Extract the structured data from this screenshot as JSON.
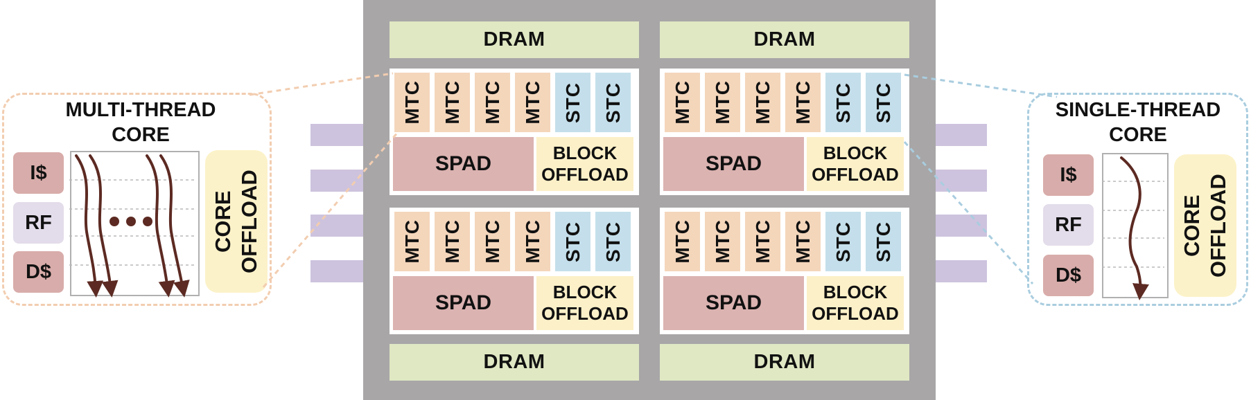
{
  "chip": {
    "dram_top_left": "DRAM",
    "dram_top_right": "DRAM",
    "dram_bottom_left": "DRAM",
    "dram_bottom_right": "DRAM",
    "tiles": [
      {
        "cores": [
          "MTC",
          "MTC",
          "MTC",
          "MTC",
          "STC",
          "STC"
        ],
        "spad": "SPAD",
        "block_offload": "BLOCK OFFLOAD"
      },
      {
        "cores": [
          "MTC",
          "MTC",
          "MTC",
          "MTC",
          "STC",
          "STC"
        ],
        "spad": "SPAD",
        "block_offload": "BLOCK OFFLOAD"
      },
      {
        "cores": [
          "MTC",
          "MTC",
          "MTC",
          "MTC",
          "STC",
          "STC"
        ],
        "spad": "SPAD",
        "block_offload": "BLOCK OFFLOAD"
      },
      {
        "cores": [
          "MTC",
          "MTC",
          "MTC",
          "MTC",
          "STC",
          "STC"
        ],
        "spad": "SPAD",
        "block_offload": "BLOCK OFFLOAD"
      }
    ]
  },
  "multi_thread_core": {
    "title": "MULTI-THREAD CORE",
    "registers": [
      "I$",
      "RF",
      "D$"
    ],
    "core_offload": "CORE OFFLOAD"
  },
  "single_thread_core": {
    "title": "SINGLE-THREAD CORE",
    "registers": [
      "I$",
      "RF",
      "D$"
    ],
    "core_offload": "CORE OFFLOAD"
  },
  "colors": {
    "chip_background": "#a8a6a7",
    "dram": "#dfe8c3",
    "mtc": "#f4d6bb",
    "stc": "#c4dfeb",
    "spad": "#dbb3b1",
    "block_offload": "#fcf0c8",
    "thread_arrow": "#5c2a22",
    "interconnect": "#cdc3de"
  }
}
